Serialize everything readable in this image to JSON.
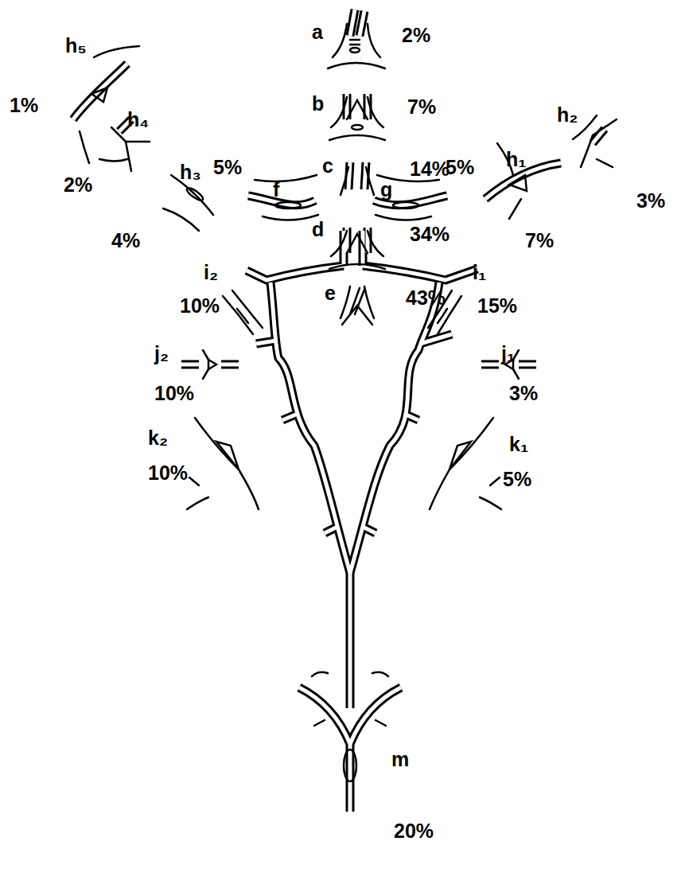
{
  "diagram": {
    "labels": [
      "a",
      "2%",
      "b",
      "7%",
      "c",
      "14%",
      "d",
      "34%",
      "h₅",
      "1%",
      "h₄",
      "2%",
      "e",
      "43%",
      "h₃",
      "5%",
      "f",
      "g",
      "5%",
      "h₁",
      "h₂",
      "3%",
      "7%",
      "4%",
      "i₂",
      "10%",
      "i₁",
      "15%",
      "j₂",
      "10%",
      "j₁",
      "3%",
      "k₂",
      "10%",
      "k₁",
      "5%",
      "m",
      "20%"
    ]
  }
}
